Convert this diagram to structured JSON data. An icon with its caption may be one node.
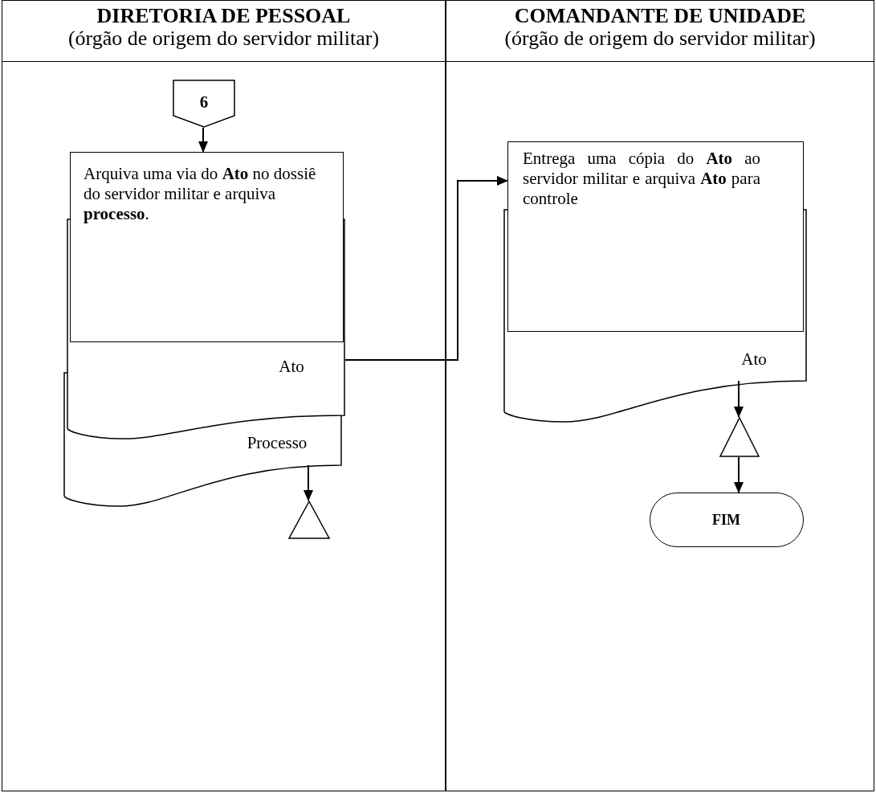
{
  "diagram": {
    "nodes": [
      {
        "text": [
          "DIRETORIA DE PESSOAL",
          "(órgão de origem do servidor militar)"
        ]
      },
      {
        "text": [
          "COMANDANTE DE UNIDADE",
          "(órgão de origem do servidor militar)"
        ]
      },
      {
        "text": [
          "6"
        ],
        "in": 0
      },
      {
        "text": [
          "Arquiva uma via do **Ato** no dossiê do servidor militar e arquiva **processo**."
        ],
        "in": 0
      },
      {
        "text": [
          "Ato"
        ],
        "in": 0
      },
      {
        "text": [
          "Processo"
        ],
        "in": 0
      },
      {
        "text": [],
        "shape": "triangle",
        "in": 0
      },
      {
        "text": [
          "Entrega uma cópia do **Ato** ao servidor militar e arquiva **Ato** para controle"
        ],
        "in": 1
      },
      {
        "text": [
          "Ato"
        ],
        "in": 1
      },
      {
        "text": [],
        "shape": "triangle",
        "in": 1
      },
      {
        "text": [
          "FIM"
        ],
        "in": 1
      }
    ],
    "edges": [
      {
        "from": 2,
        "to": 3,
        "arrow": "to"
      },
      {
        "from": 4,
        "to": 7,
        "arrow": "to"
      },
      {
        "from": 5,
        "to": 6,
        "arrow": "to"
      },
      {
        "from": 8,
        "to": 9,
        "arrow": "to"
      },
      {
        "from": 9,
        "to": 10,
        "arrow": "to"
      }
    ]
  }
}
